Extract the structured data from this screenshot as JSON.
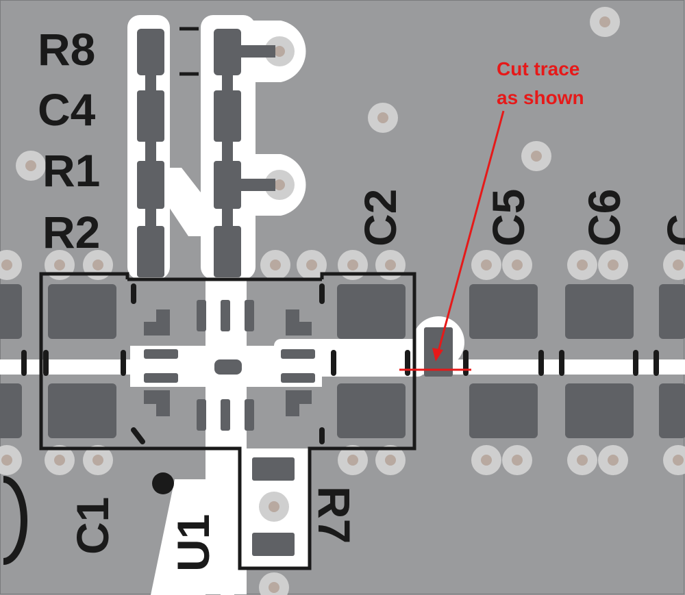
{
  "silkscreen_labels": {
    "r8": "R8",
    "c4": "C4",
    "r1": "R1",
    "r2": "R2",
    "c2": "C2",
    "c5": "C5",
    "c6": "C6",
    "c7_partial": "C",
    "c1": "C1",
    "u1": "U1",
    "r7": "R7"
  },
  "annotation": {
    "line1": "Cut trace",
    "line2": "as shown",
    "color": "#e61919"
  },
  "colors": {
    "board": "#9a9b9d",
    "pad": "#5f6165",
    "trace": "#ffffff",
    "via_ring": "#cfcfcf",
    "via_hole": "#b8a9a0",
    "silkscreen": "#1a1a1a"
  }
}
